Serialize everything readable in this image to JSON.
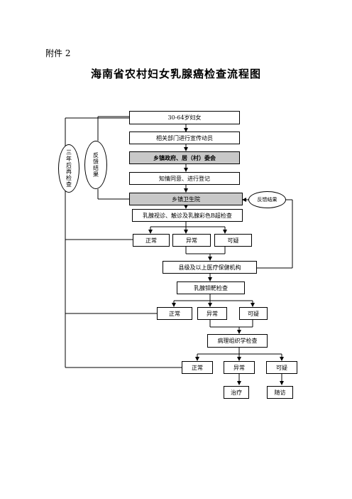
{
  "attachment": "附件 2",
  "title": "海南省农村妇女乳腺癌检查流程图",
  "nodes": {
    "age": "30-64岁妇女",
    "publicity": "相关部门进行宣传动员",
    "township_gov": "乡镇政府、居（村）委会",
    "consent": "知情同意、进行登记",
    "township_hospital": "乡镇卫生院",
    "screening": "乳腺视诊、触诊及乳腺彩色B超检查",
    "s1_normal": "正常",
    "s1_abnormal": "异常",
    "s1_suspicious": "可疑",
    "county": "县级及以上医疗保健机构",
    "mammography": "乳腺钼靶检查",
    "s2_normal": "正常",
    "s2_abnormal": "异常",
    "s2_suspicious": "可疑",
    "pathology": "病理组织学检查",
    "s3_normal": "正常",
    "s3_abnormal": "异常",
    "s3_suspicious": "可疑",
    "treatment": "治疗",
    "followup": "随访"
  },
  "ellipses": {
    "left": "三年后再检查",
    "middle": "反馈结果",
    "right": "反馈结果"
  }
}
